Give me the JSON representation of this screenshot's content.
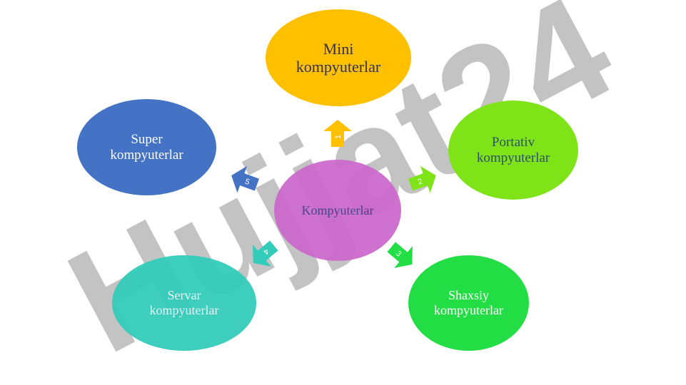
{
  "center": {
    "label": "Kompyuterlar"
  },
  "nodes": [
    {
      "id": "mini",
      "label": "Mini kompyuterlar",
      "color": "#ffc000"
    },
    {
      "id": "portativ",
      "label": "Portativ kompyuterlar",
      "color": "#7ee317"
    },
    {
      "id": "shaxsiy",
      "label": "Shaxsiy kompyuterlar",
      "color": "#22dd44"
    },
    {
      "id": "servar",
      "label": "Servar kompyuterlar",
      "color": "#33ccbb"
    },
    {
      "id": "super",
      "label": "Super kompyuterlar",
      "color": "#4472c4"
    }
  ],
  "arrows": [
    {
      "number": "1",
      "color": "#ffc000"
    },
    {
      "number": "2",
      "color": "#7ee317"
    },
    {
      "number": "3",
      "color": "#22dd44"
    },
    {
      "number": "4",
      "color": "#33ccbb"
    },
    {
      "number": "5",
      "color": "#4472c4"
    }
  ],
  "watermark": {
    "text": "Hujjat24",
    "color": "#b0b0b0",
    "accent": "#cdb4f5"
  }
}
